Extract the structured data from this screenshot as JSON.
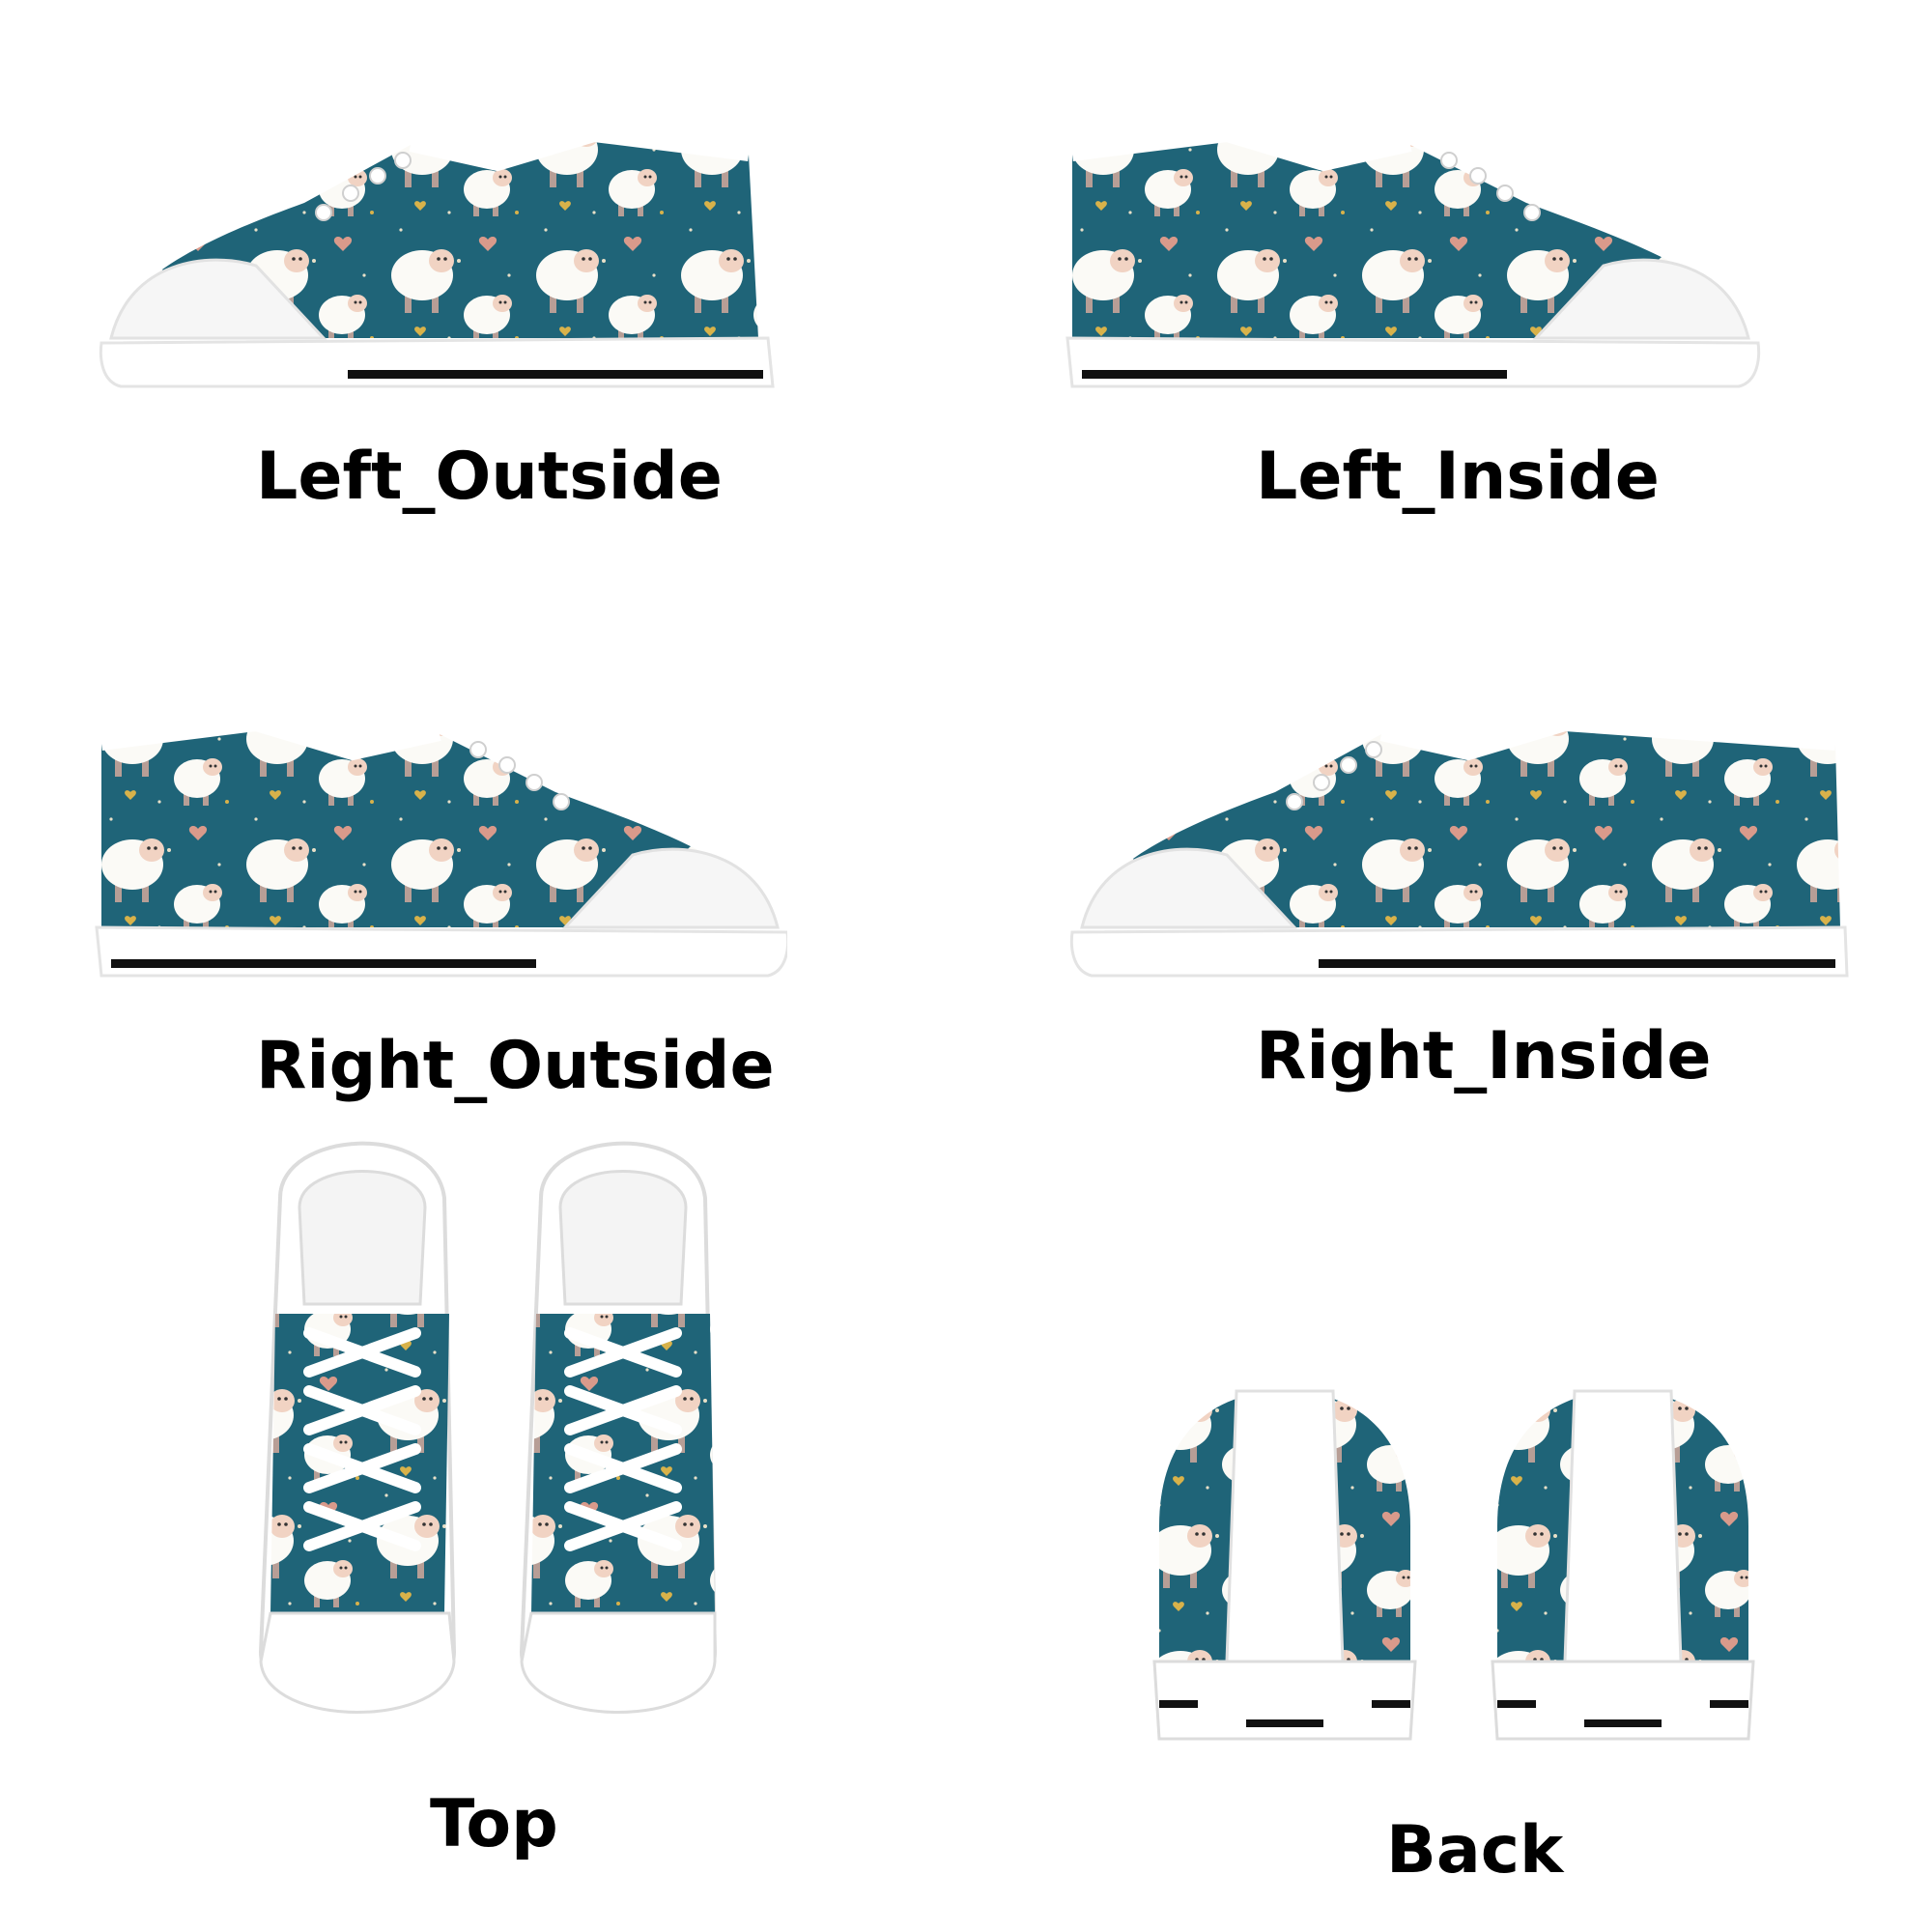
{
  "labels": {
    "left_outside": "Left_Outside",
    "left_inside": "Left_Inside",
    "right_outside": "Right_Outside",
    "right_inside": "Right_Inside",
    "top": "Top",
    "back": "Back"
  },
  "colors": {
    "canvas": "#1f6478",
    "sole": "#ffffff",
    "stripe": "#111111",
    "sheep": "#fbfaf6",
    "face": "#f1d3c3",
    "legs": "#b79e96",
    "heart_pink": "#d99a8b",
    "heart_yellow": "#d8b24a",
    "star": "#e8e0c8"
  }
}
